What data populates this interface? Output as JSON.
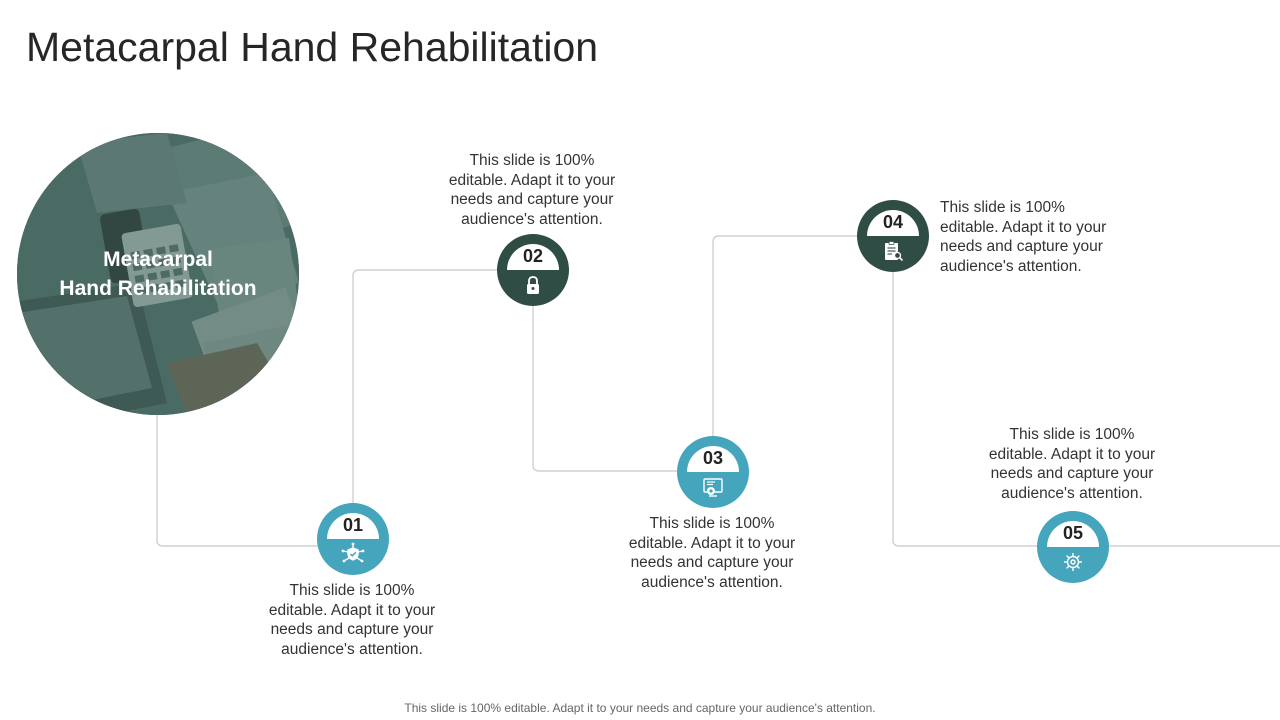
{
  "title": "Metacarpal Hand Rehabilitation",
  "hero": {
    "line1": "Metacarpal",
    "line2": "Hand Rehabilitation"
  },
  "steps": [
    {
      "number": "01",
      "icon": "shield-network-icon",
      "text": "This slide is 100% editable. Adapt it to your needs and capture your audience's attention."
    },
    {
      "number": "02",
      "icon": "padlock-icon",
      "text": "This slide is 100% editable. Adapt it to your needs and capture your audience's attention."
    },
    {
      "number": "03",
      "icon": "monitor-gear-icon",
      "text": "This slide is 100% editable. Adapt it to your needs and capture your audience's attention."
    },
    {
      "number": "04",
      "icon": "clipboard-search-icon",
      "text": "This slide is 100% editable. Adapt it to your needs and capture your audience's attention."
    },
    {
      "number": "05",
      "icon": "gear-icon",
      "text": "This slide is 100% editable. Adapt it to your needs and capture your audience's attention."
    }
  ],
  "footer": "This slide is 100% editable. Adapt it to your needs and capture your audience's attention.",
  "colors": {
    "teal": "#45a5bd",
    "dark": "#2f4c45",
    "line": "#c8c8c8"
  }
}
